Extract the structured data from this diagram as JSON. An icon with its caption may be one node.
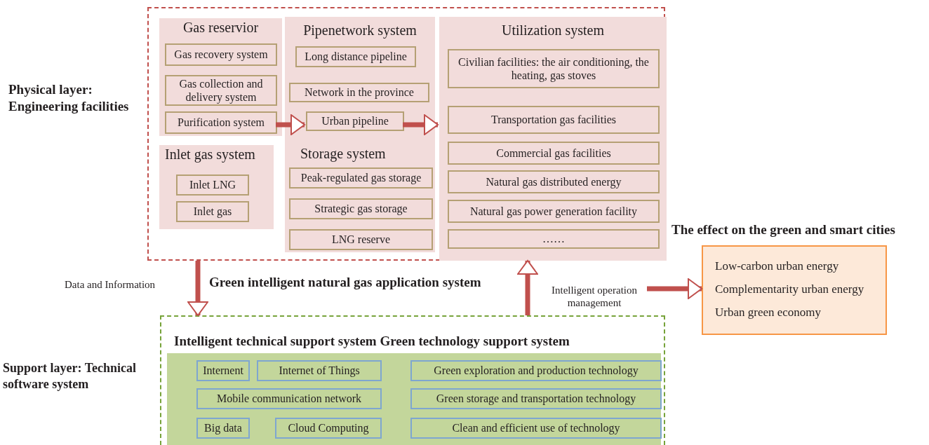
{
  "diagram": {
    "nodes": [
      {
        "text": [
          "Physical layer: Engineering facilities"
        ]
      },
      {
        "text": [
          "Gas reservior"
        ],
        "in": 0
      },
      {
        "text": [
          "Gas recovery system"
        ],
        "in": 1
      },
      {
        "text": [
          "Gas collection and delivery system"
        ],
        "in": 1
      },
      {
        "text": [
          "Purification system"
        ],
        "in": 1
      },
      {
        "text": [
          "Inlet gas system"
        ],
        "in": 0
      },
      {
        "text": [
          "Inlet LNG"
        ],
        "in": 5
      },
      {
        "text": [
          "Inlet gas"
        ],
        "in": 5
      },
      {
        "text": [
          "Pipenetwork system",
          "Storage system"
        ],
        "in": 0
      },
      {
        "text": [
          "Long distance pipeline"
        ],
        "in": 8
      },
      {
        "text": [
          "Network in the province"
        ],
        "in": 8
      },
      {
        "text": [
          "Urban pipeline"
        ],
        "in": 8
      },
      {
        "text": [
          "Peak-regulated gas storage"
        ],
        "in": 8
      },
      {
        "text": [
          "Strategic gas storage"
        ],
        "in": 8
      },
      {
        "text": [
          "LNG reserve"
        ],
        "in": 8
      },
      {
        "text": [
          "Utilization system"
        ],
        "in": 0
      },
      {
        "text": [
          "Civilian facilities: the air conditioning, the heating, gas stoves"
        ],
        "in": 15
      },
      {
        "text": [
          "Transportation gas facilities"
        ],
        "in": 15
      },
      {
        "text": [
          "Commercial gas facilities"
        ],
        "in": 15
      },
      {
        "text": [
          "Natural gas distributed energy"
        ],
        "in": 15
      },
      {
        "text": [
          "Natural gas power generation facility"
        ],
        "in": 15
      },
      {
        "text": [
          "……"
        ],
        "in": 15
      },
      {
        "text": [
          "Support layer: Technical software system"
        ]
      },
      {
        "text": [
          "Intelligent technical support system Green technology support system"
        ],
        "in": 22
      },
      {
        "text": [
          "Internent"
        ],
        "in": 23
      },
      {
        "text": [
          "Internet of Things"
        ],
        "in": 23
      },
      {
        "text": [
          "Mobile communication network"
        ],
        "in": 23
      },
      {
        "text": [
          "Big data"
        ],
        "in": 23
      },
      {
        "text": [
          "Cloud Computing"
        ],
        "in": 23
      },
      {
        "text": [
          "Green exploration and production technology"
        ],
        "in": 23
      },
      {
        "text": [
          "Green storage and transportation technology"
        ],
        "in": 23
      },
      {
        "text": [
          "Clean and efficient use of technology"
        ],
        "in": 23
      },
      {
        "text": [
          "The effect on the green and smart cities",
          "Low-carbon urban energy",
          "Complementarity urban energy",
          "Urban green economy"
        ]
      }
    ],
    "edges": [
      {
        "from": 4,
        "to": 11,
        "arrow": "to"
      },
      {
        "from": 11,
        "to": 15,
        "arrow": "to"
      },
      {
        "from": 0,
        "to": 22,
        "arrow": "to",
        "label": "Data and Information"
      },
      {
        "from": 22,
        "to": 0,
        "arrow": "to",
        "label": "Intelligent operation management"
      },
      {
        "from": null,
        "to": 32,
        "arrow": "to"
      }
    ],
    "labels": [
      "Green intelligent natural gas application system"
    ]
  }
}
